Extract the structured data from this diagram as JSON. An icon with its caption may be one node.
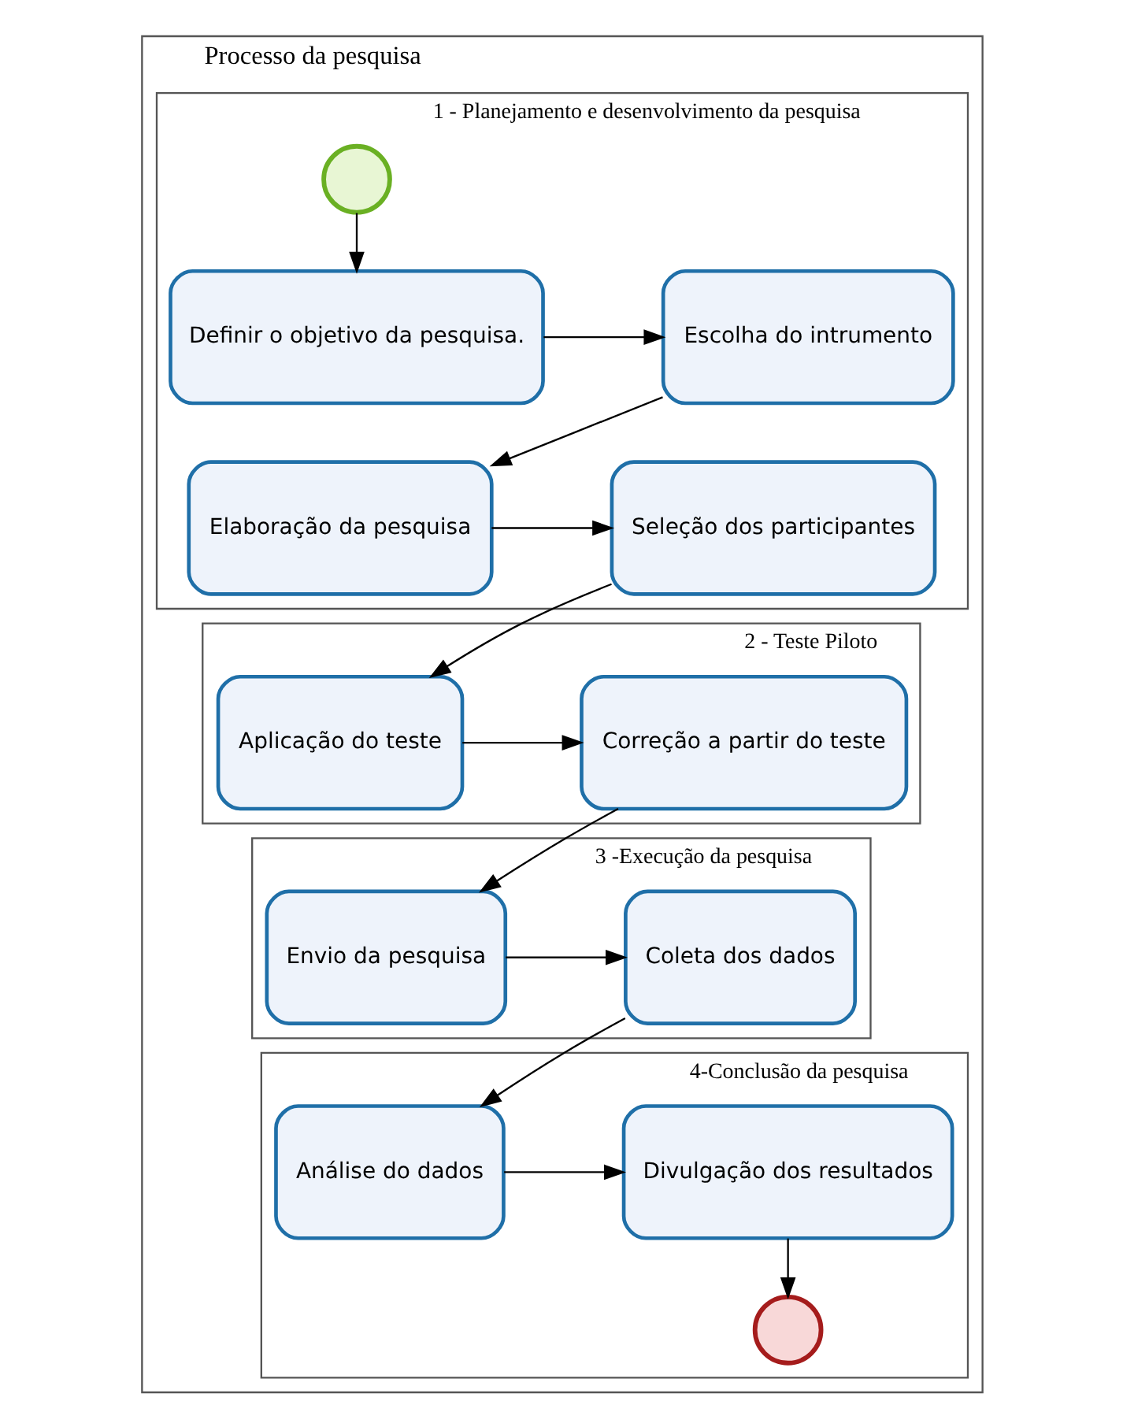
{
  "diagram": {
    "nodes": [
      {
        "text": [
          "Processo da pesquisa"
        ]
      },
      {
        "text": [
          "1 - Planejamento e desenvolvimento da pesquisa"
        ],
        "in": 0
      },
      {
        "text": [],
        "shape": "circle",
        "in": 1
      },
      {
        "text": [
          "Definir o objetivo da pesquisa."
        ],
        "in": 1
      },
      {
        "text": [
          "Escolha do intrumento"
        ],
        "in": 1
      },
      {
        "text": [
          "Seleção dos participantes"
        ],
        "in": 1
      },
      {
        "text": [
          "Elaboração da pesquisa"
        ],
        "in": 1
      },
      {
        "text": [
          "2 - Teste Piloto"
        ],
        "in": 0
      },
      {
        "text": [
          "Aplicação do teste"
        ],
        "in": 7
      },
      {
        "text": [
          "Correção a partir do teste"
        ],
        "in": 7
      },
      {
        "text": [
          "3 -Execução da pesquisa"
        ],
        "in": 0
      },
      {
        "text": [
          "Coleta dos dados"
        ],
        "in": 10
      },
      {
        "text": [
          "Envio da pesquisa"
        ],
        "in": 10
      },
      {
        "text": [
          "4-Conclusão da pesquisa"
        ],
        "in": 0
      },
      {
        "text": [
          "Análise do dados"
        ],
        "in": 13
      },
      {
        "text": [
          "Divulgação dos resultados"
        ],
        "in": 13
      },
      {
        "text": [],
        "shape": "circle",
        "in": 13
      }
    ],
    "edges": [
      {
        "from": 2,
        "to": 3,
        "arrow": "to"
      },
      {
        "from": 3,
        "to": 4,
        "arrow": "to"
      },
      {
        "from": 4,
        "to": 6,
        "arrow": "to"
      },
      {
        "from": 6,
        "to": 5,
        "arrow": "to"
      },
      {
        "from": 5,
        "to": 8,
        "arrow": "to"
      },
      {
        "from": 8,
        "to": 9,
        "arrow": "to"
      },
      {
        "from": 9,
        "to": 12,
        "arrow": "to"
      },
      {
        "from": 12,
        "to": 11,
        "arrow": "to"
      },
      {
        "from": 11,
        "to": 14,
        "arrow": "to"
      },
      {
        "from": 14,
        "to": 15,
        "arrow": "to"
      },
      {
        "from": 15,
        "to": 16,
        "arrow": "to"
      }
    ]
  }
}
